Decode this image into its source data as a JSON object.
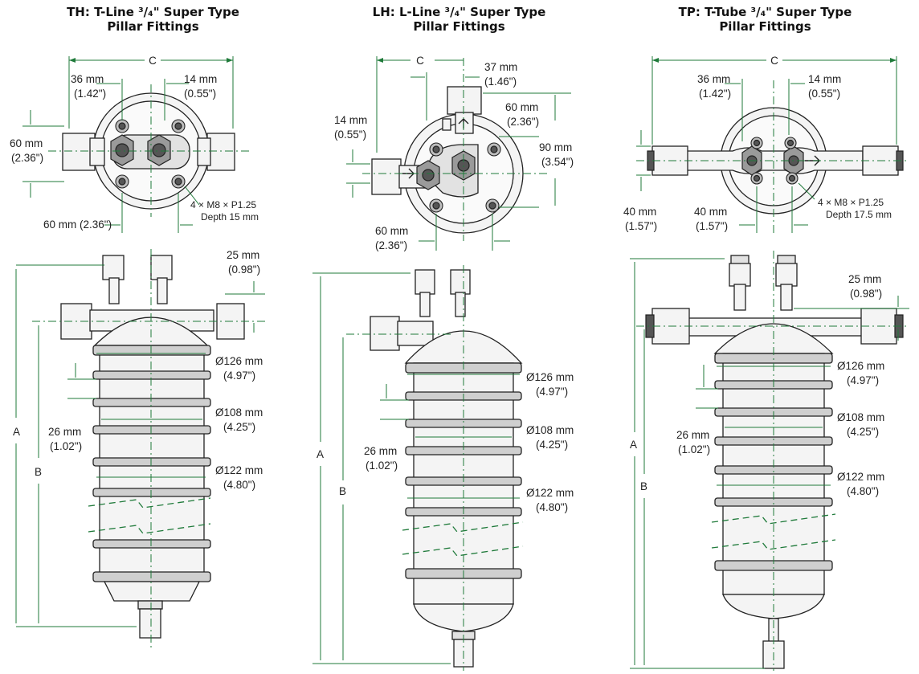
{
  "panels": [
    {
      "title_line1": "TH: T-Line ³/₄\" Super Type",
      "title_line2": "Pillar Fittings",
      "top_labels": {
        "c": "C",
        "left_a": "36 mm",
        "left_b": "(1.42\")",
        "right_a": "14 mm",
        "right_b": "(0.55\")",
        "side_a": "60 mm",
        "side_b": "(2.36\")",
        "bottom": "60 mm (2.36\")",
        "thread_a": "4 × M8 × P1.25",
        "thread_b": "Depth 15 mm"
      },
      "side_labels": {
        "top_a": "25 mm",
        "top_b": "(0.98\")",
        "d1_a": "Ø126 mm",
        "d1_b": "(4.97\")",
        "d2_a": "Ø108 mm",
        "d2_b": "(4.25\")",
        "d3_a": "Ø122 mm",
        "d3_b": "(4.80\")",
        "gap_a": "26 mm",
        "gap_b": "(1.02\")",
        "a": "A",
        "b": "B"
      }
    },
    {
      "title_line1": "LH: L-Line ³/₄\" Super Type",
      "title_line2": "Pillar Fittings",
      "top_labels": {
        "c": "C",
        "right_a": "37 mm",
        "right_b": "(1.46\")",
        "r2_a": "60 mm",
        "r2_b": "(2.36\")",
        "r3_a": "90 mm",
        "r3_b": "(3.54\")",
        "side_a": "14 mm",
        "side_b": "(0.55\")",
        "bottom_a": "60 mm",
        "bottom_b": "(2.36\")"
      },
      "side_labels": {
        "d1_a": "Ø126 mm",
        "d1_b": "(4.97\")",
        "d2_a": "Ø108 mm",
        "d2_b": "(4.25\")",
        "d3_a": "Ø122 mm",
        "d3_b": "(4.80\")",
        "gap_a": "26 mm",
        "gap_b": "(1.02\")",
        "a": "A",
        "b": "B"
      }
    },
    {
      "title_line1": "TP: T-Tube ³/₄\" Super Type",
      "title_line2": "Pillar Fittings",
      "top_labels": {
        "c": "C",
        "left_a": "36 mm",
        "left_b": "(1.42\")",
        "right_a": "14 mm",
        "right_b": "(0.55\")",
        "side_a": "40 mm",
        "side_b": "(1.57\")",
        "bottom_a": "40 mm",
        "bottom_b": "(1.57\")",
        "thread_a": "4 × M8 × P1.25",
        "thread_b": "Depth 17.5 mm"
      },
      "side_labels": {
        "top_a": "25 mm",
        "top_b": "(0.98\")",
        "d1_a": "Ø126 mm",
        "d1_b": "(4.97\")",
        "d2_a": "Ø108 mm",
        "d2_b": "(4.25\")",
        "d3_a": "Ø122 mm",
        "d3_b": "(4.80\")",
        "gap_a": "26 mm",
        "gap_b": "(1.02\")",
        "a": "A",
        "b": "B"
      }
    }
  ],
  "colors": {
    "dimension_line": "#1f7a3a",
    "outline": "#222222"
  }
}
